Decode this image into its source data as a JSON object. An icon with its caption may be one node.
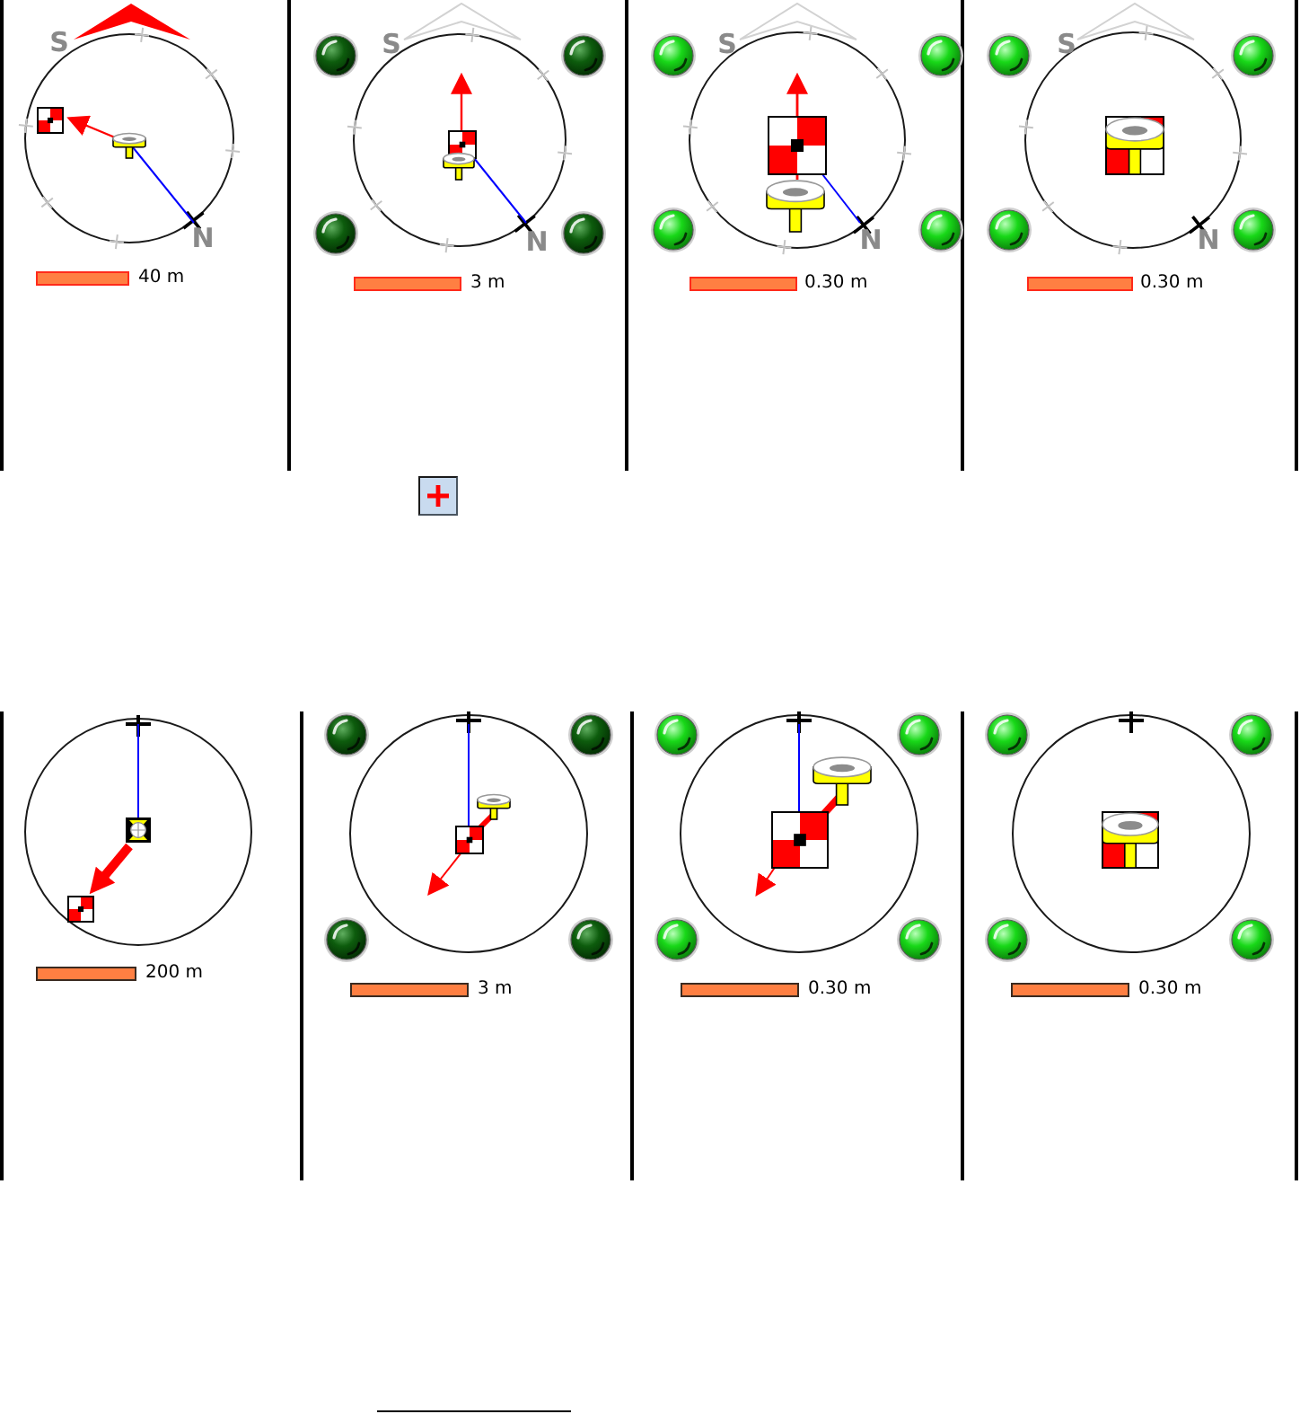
{
  "diagram": {
    "labels": [
      "S",
      "N",
      "40 m",
      "S",
      "N",
      "3 m",
      "S",
      "N",
      "0.30 m",
      "S",
      "N",
      "0.30 m",
      "200 m",
      "3 m",
      "0.30 m",
      "0.30 m"
    ]
  }
}
